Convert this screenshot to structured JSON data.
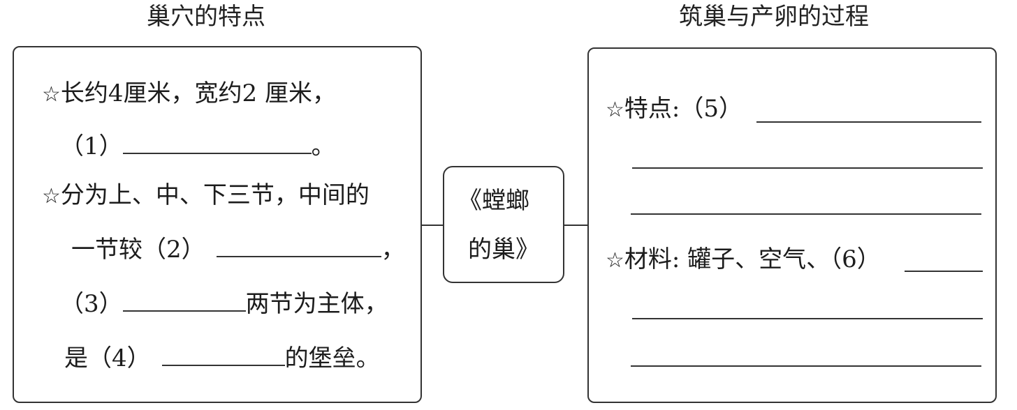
{
  "left": {
    "title": "巢穴的特点",
    "star": "☆",
    "line1": "长约4厘米，宽约2 厘米，",
    "line2_num": "（1）",
    "line2_end": "。",
    "line3": "分为上、中、下三节，中间的",
    "line4_start": "一节较（2）",
    "line4_end": "，",
    "line5_num": "（3）",
    "line5_end": "两节为主体，",
    "line6_start": "是（4）",
    "line6_end": "的堡垒。"
  },
  "center": {
    "line1": "《螳螂",
    "line2": "的巢》"
  },
  "right": {
    "title": "筑巢与产卵的过程",
    "star": "☆",
    "feature_label": "特点:（5）",
    "material_label": "材料: 罐子、空气、（6）"
  }
}
